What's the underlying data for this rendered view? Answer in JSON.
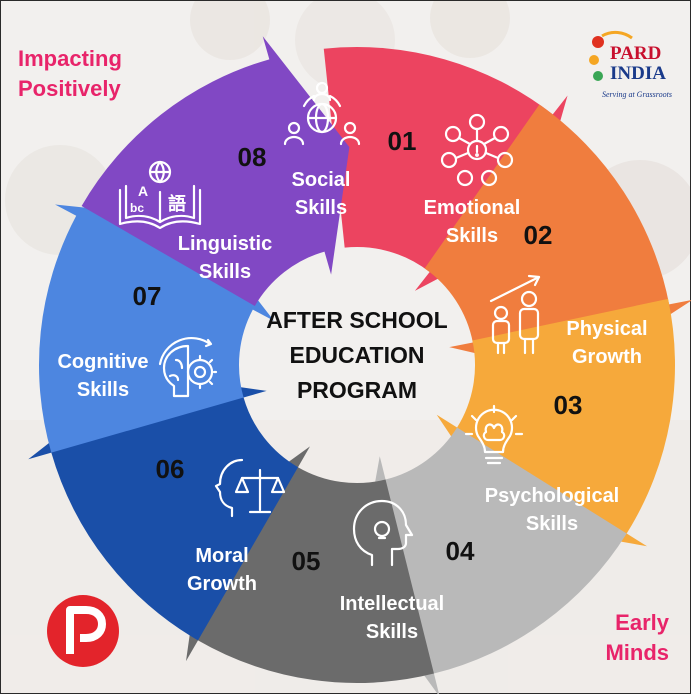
{
  "title": [
    "AFTER SCHOOL",
    "EDUCATION",
    "PROGRAM"
  ],
  "top_left_text": [
    "Impacting",
    "Positively"
  ],
  "bottom_right_text": [
    "Early",
    "Minds"
  ],
  "brand": {
    "name_line1": "PARD",
    "name_line2": "INDIA",
    "tagline": "Serving at Grassroots"
  },
  "segments": [
    {
      "number": "01",
      "label": [
        "Social",
        "Skills"
      ],
      "color": "#ec4460",
      "icon": "social-network-icon"
    },
    {
      "number": "02",
      "label": [
        "Emotional",
        "Skills"
      ],
      "color": "#f07d3e",
      "icon": "emotions-icon"
    },
    {
      "number": "03",
      "label": [
        "Physical",
        "Growth"
      ],
      "color": "#f6a93b",
      "icon": "growth-people-icon"
    },
    {
      "number": "04",
      "label": [
        "Psychological",
        "Skills"
      ],
      "color": "#b9b9b9",
      "icon": "brain-bulb-icon"
    },
    {
      "number": "05",
      "label": [
        "Intellectual",
        "Skills"
      ],
      "color": "#6b6b6b",
      "icon": "head-bulb-icon"
    },
    {
      "number": "06",
      "label": [
        "Moral",
        "Growth"
      ],
      "color": "#1a4fa8",
      "icon": "scales-head-icon"
    },
    {
      "number": "07",
      "label": [
        "Cognitive",
        "Skills"
      ],
      "color": "#4d86e0",
      "icon": "brain-gear-icon"
    },
    {
      "number": "08",
      "label": [
        "Linguistic",
        "Skills"
      ],
      "color": "#8148c4",
      "icon": "language-book-icon"
    }
  ],
  "colors": {
    "accent_pink": "#e8246a",
    "brand_red": "#c8102e"
  }
}
